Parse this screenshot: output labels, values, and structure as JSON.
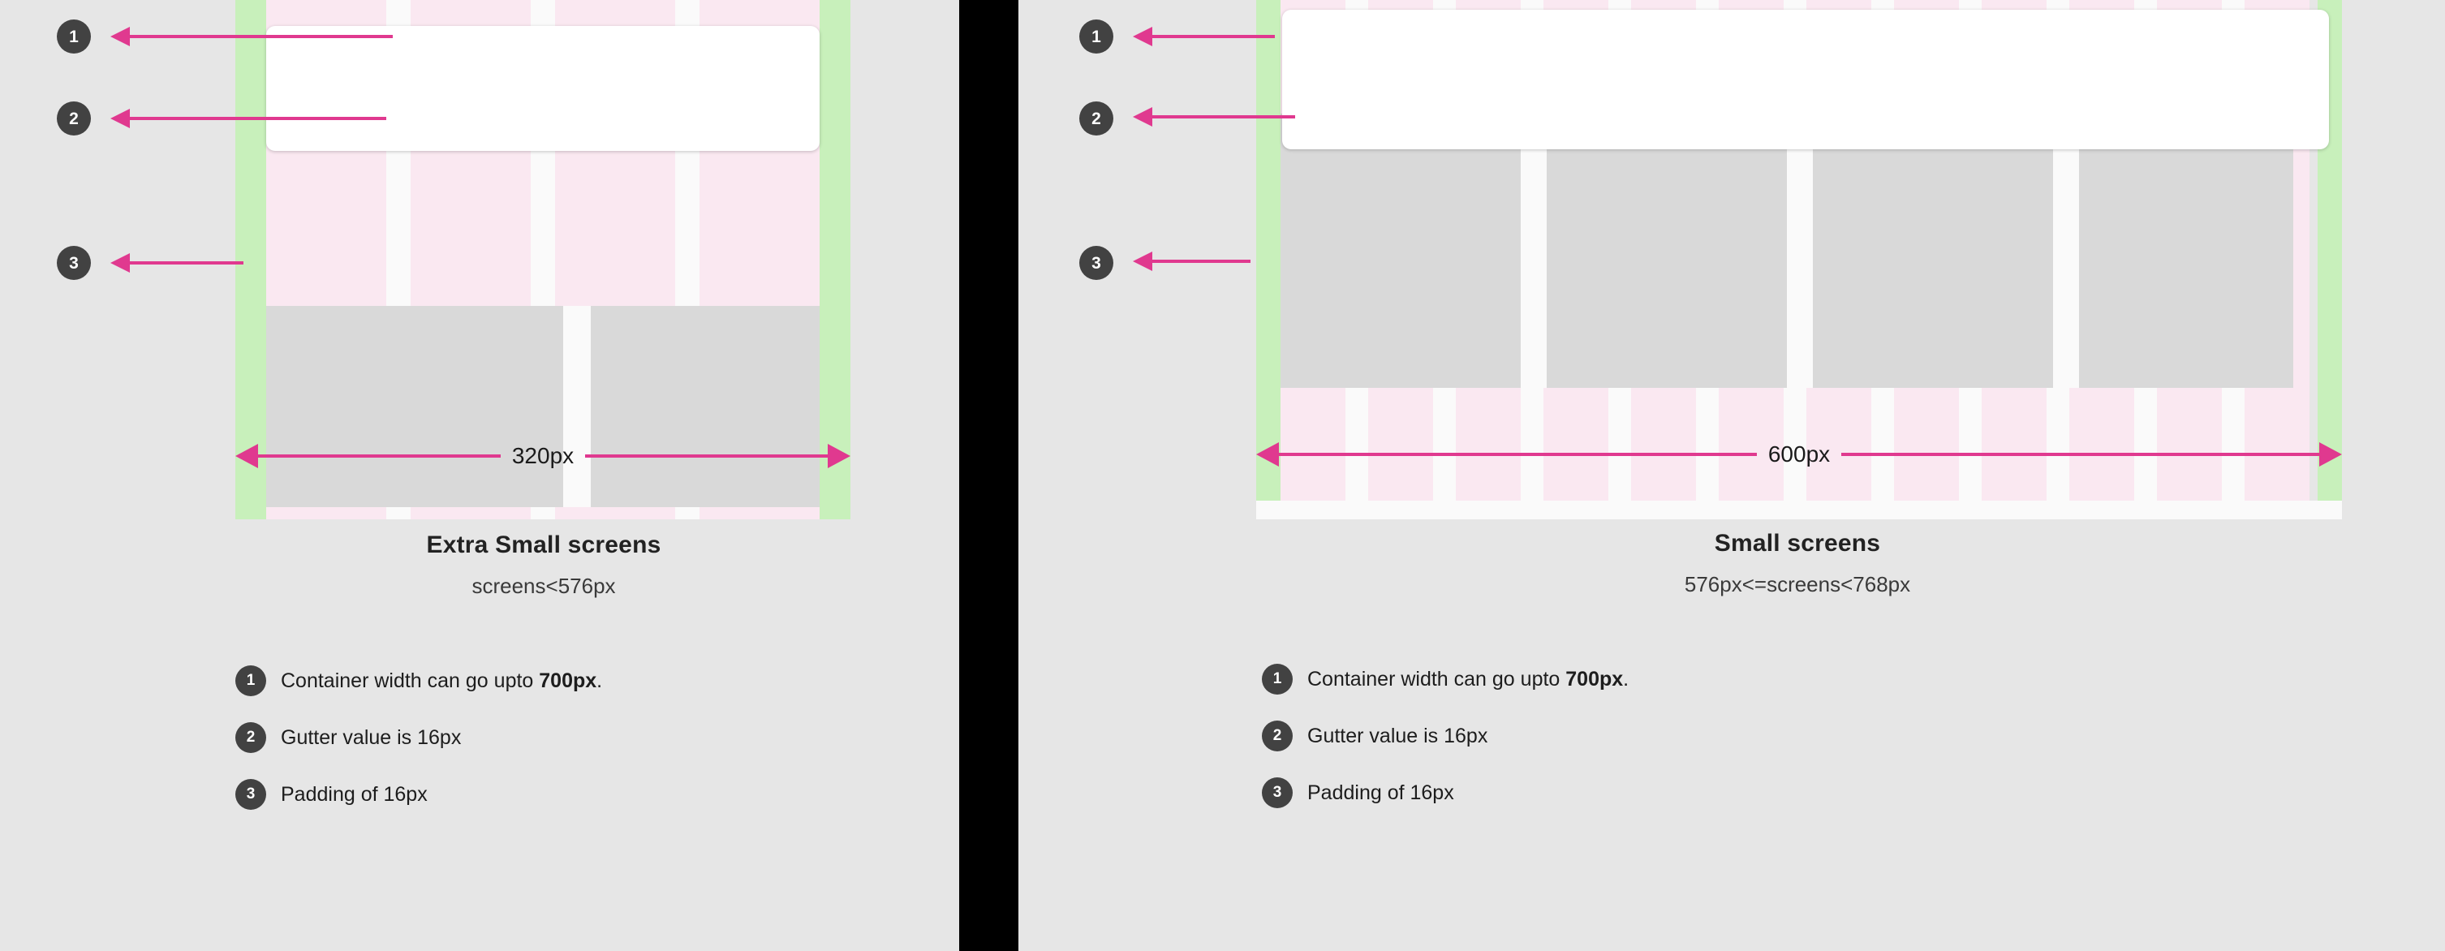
{
  "theme": {
    "page_bg": "#e6e6e6",
    "divider": "#000000",
    "grid_column": "#fae8f1",
    "grid_gutter": "#fafafa",
    "padding_strip": "#c8f0bb",
    "content_block": "#d9d9d9",
    "arrow": "#e0398f",
    "badge": "#424242",
    "card": "#ffffff"
  },
  "panels": [
    {
      "id": "extra-small",
      "title": "Extra Small screens",
      "range": "screens<576px",
      "dimension_label": "320px",
      "columns": 4,
      "callouts": [
        {
          "number": "1",
          "target": "container-card"
        },
        {
          "number": "2",
          "target": "gutter"
        },
        {
          "number": "3",
          "target": "padding"
        }
      ],
      "legend": [
        {
          "number": "1",
          "text": "Container width can go upto ",
          "emphasis": "700px",
          "suffix": "."
        },
        {
          "number": "2",
          "text": "Gutter value is 16px",
          "emphasis": "",
          "suffix": ""
        },
        {
          "number": "3",
          "text": "Padding of 16px",
          "emphasis": "",
          "suffix": ""
        }
      ]
    },
    {
      "id": "small",
      "title": "Small screens",
      "range": "576px<=screens<768px",
      "dimension_label": "600px",
      "columns": 12,
      "callouts": [
        {
          "number": "1",
          "target": "container-card"
        },
        {
          "number": "2",
          "target": "gutter"
        },
        {
          "number": "3",
          "target": "padding"
        }
      ],
      "legend": [
        {
          "number": "1",
          "text": "Container width can go upto ",
          "emphasis": "700px",
          "suffix": "."
        },
        {
          "number": "2",
          "text": "Gutter value is 16px",
          "emphasis": "",
          "suffix": ""
        },
        {
          "number": "3",
          "text": "Padding of 16px",
          "emphasis": "",
          "suffix": ""
        }
      ]
    }
  ]
}
